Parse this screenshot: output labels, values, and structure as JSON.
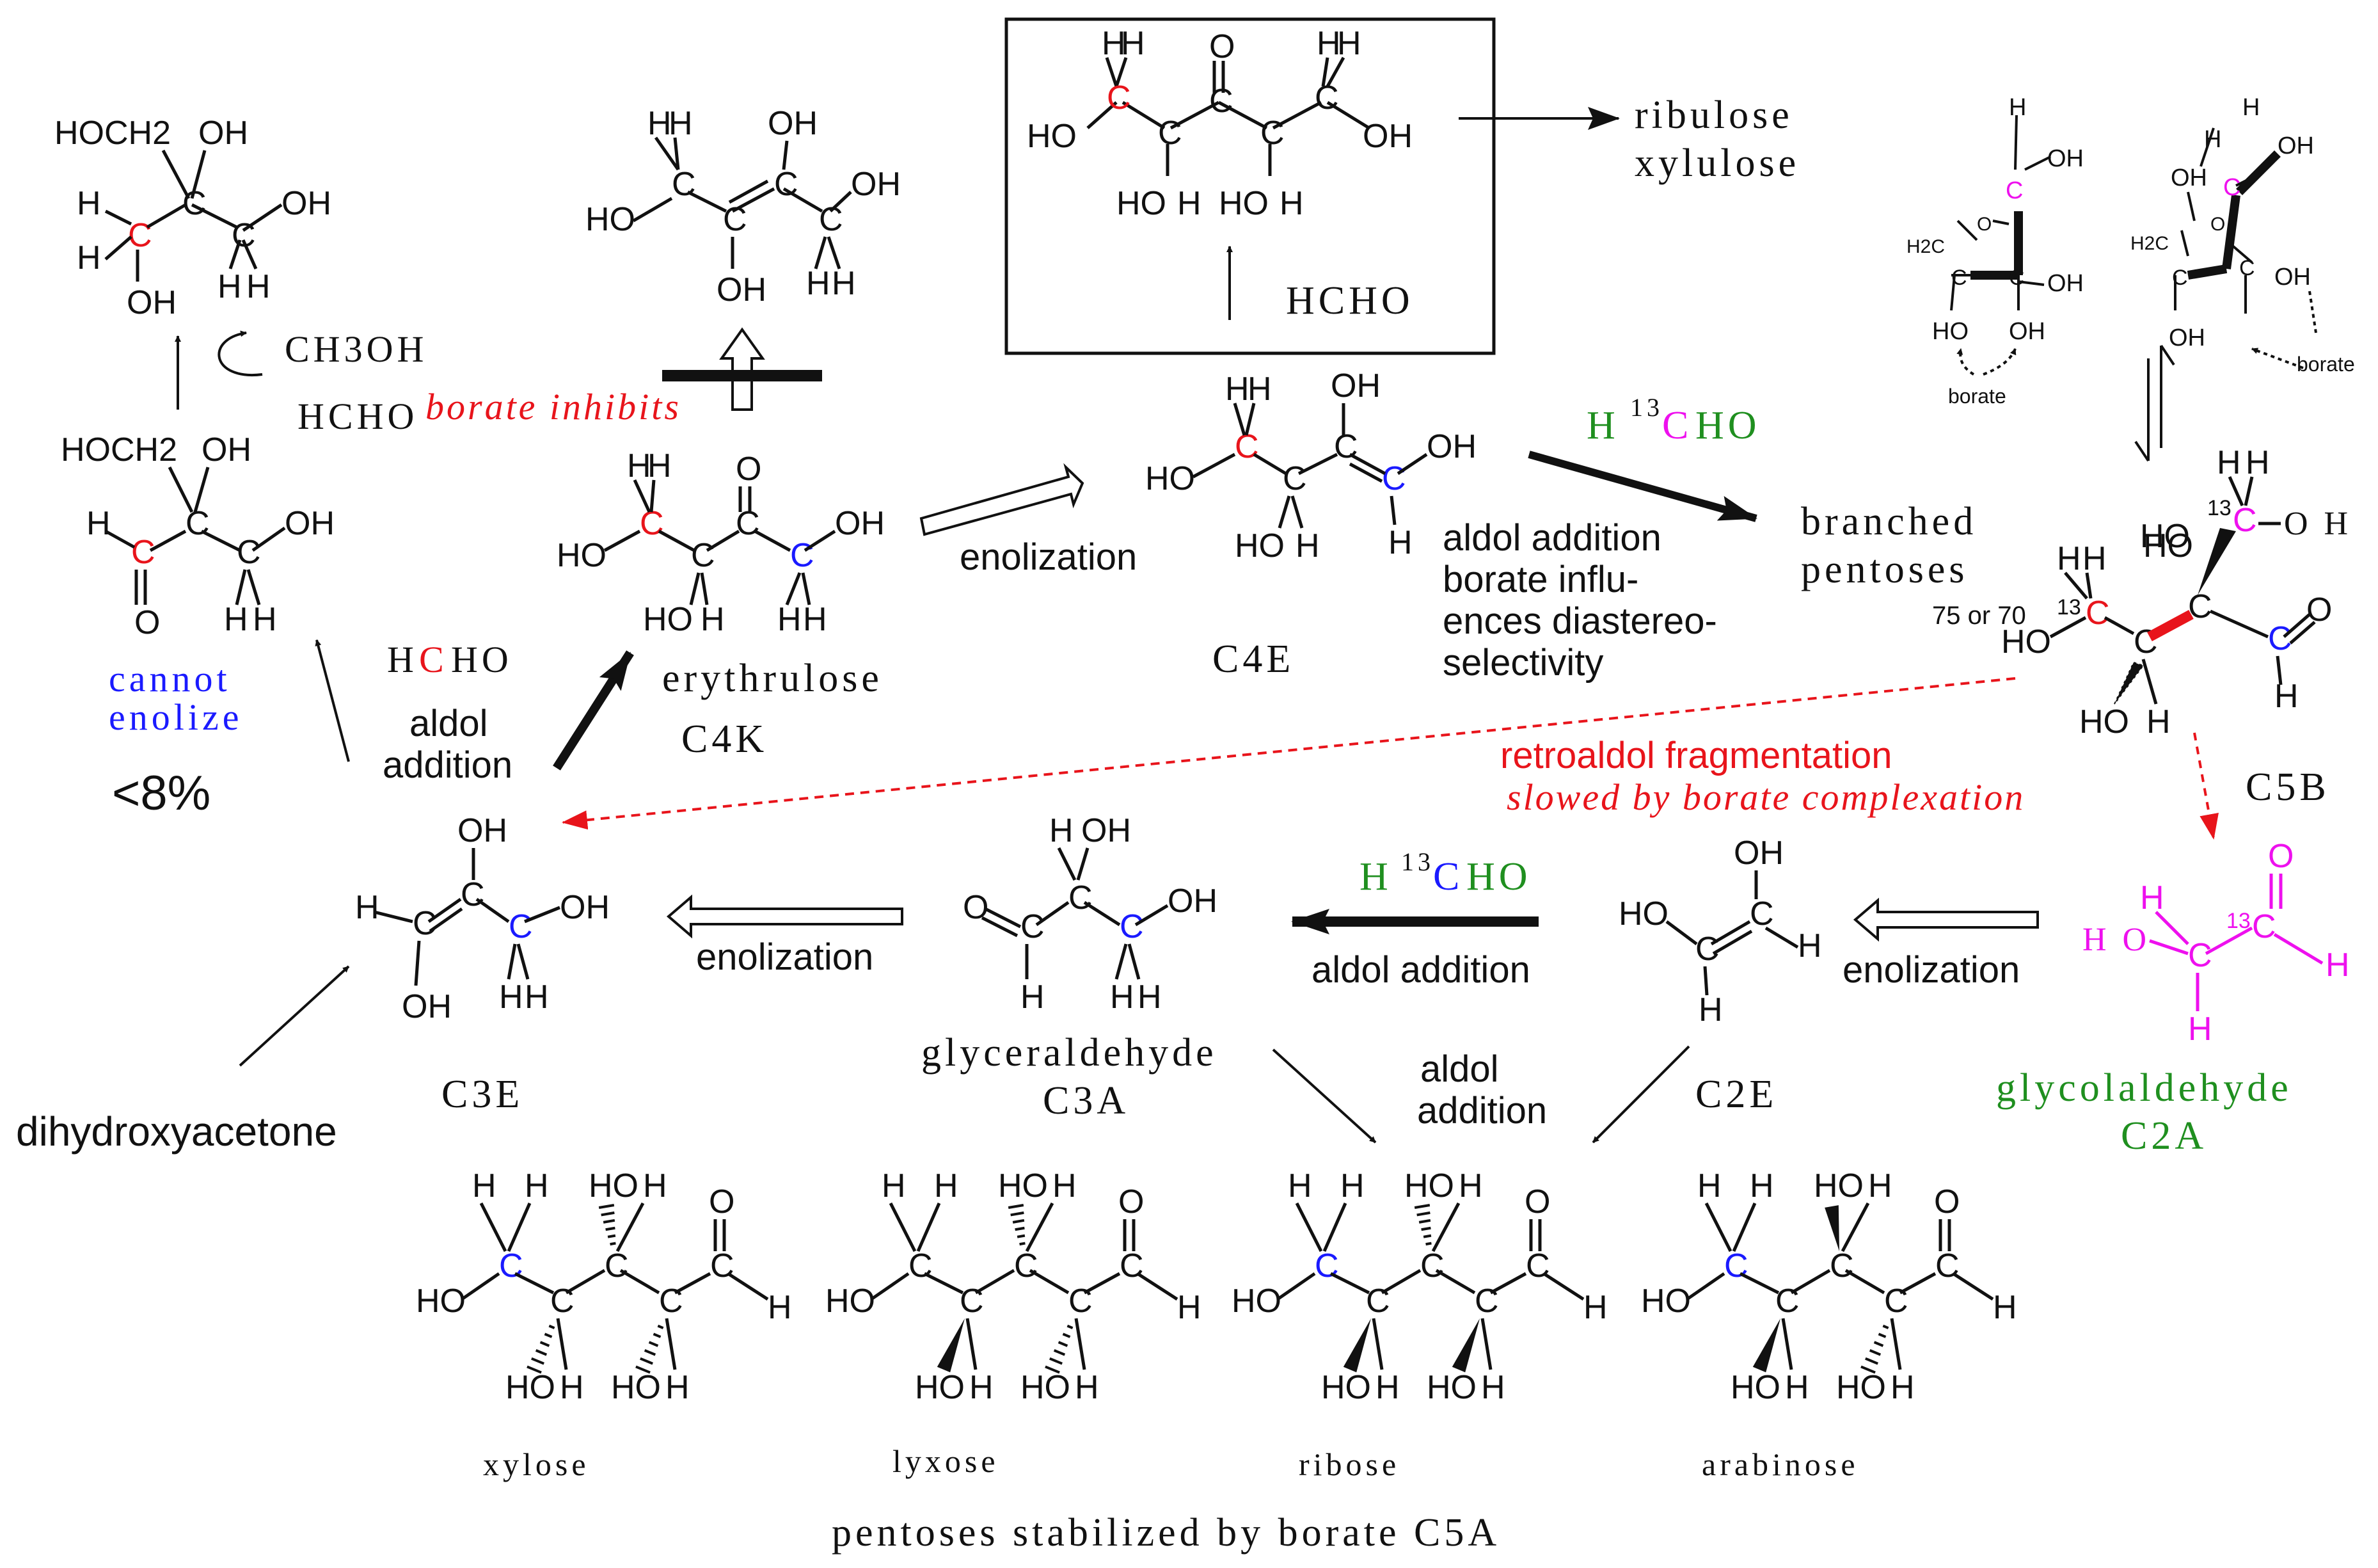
{
  "colors": {
    "black": "#111111",
    "red": "#e8141b",
    "blue": "#1a1aff",
    "magenta": "#ee10ee",
    "green": "#1f8f1f"
  },
  "labels": {
    "ribulose": "ribulose",
    "xylulose": "xylulose",
    "hcho_box": "HCHO",
    "ch3oh": "CH3OH",
    "hcho_small": "HCHO",
    "borate_inhibits": "borate inhibits",
    "erythrulose": "erythrulose",
    "c4k": "C4K",
    "enolization_top": "enolization",
    "c4e": "C4E",
    "h13cho_top_h": "H",
    "h13cho_top_13": "13",
    "h13cho_top_c": "C",
    "h13cho_top_ho": "HO",
    "aldol_borate_1": "aldol addition",
    "aldol_borate_2": "borate influ-",
    "aldol_borate_3": "ences diastereo-",
    "aldol_borate_4": "selectivity",
    "branched_1": "branched",
    "branched_2": "pentoses",
    "ratio": "75 or 70",
    "borate_1": "borate",
    "borate_2": "borate",
    "c5b": "C5B",
    "cannot_1": "cannot",
    "cannot_2": "enolize",
    "percent": "<8%",
    "hcho_mid_h": "H",
    "hcho_mid_c": "C",
    "hcho_mid_ho": "HO",
    "aldol_addition_1": "aldol",
    "aldol_addition_2": "addition",
    "retro_1": "retroaldol fragmentation",
    "retro_2": "slowed by borate complexation",
    "enolization_left": "enolization",
    "h13cho_mid_h": "H",
    "h13cho_mid_13": "13",
    "h13cho_mid_c": "C",
    "h13cho_mid_ho": "HO",
    "aldol_addition_mid": "aldol addition",
    "enolization_right": "enolization",
    "c3e": "C3E",
    "glyceraldehyde": "glyceraldehyde",
    "c3a": "C3A",
    "aldol_low_1": "aldol",
    "aldol_low_2": "addition",
    "c2e": "C2E",
    "glycolaldehyde": "glycolaldehyde",
    "c2a": "C2A",
    "dihydroxyacetone": "dihydroxyacetone",
    "xylose": "xylose",
    "lyxose": "lyxose",
    "ribose": "ribose",
    "arabinose": "arabinose",
    "footer": "pentoses stabilized by borate C5A"
  },
  "atoms": {
    "HO": "HO",
    "OH": "OH",
    "H": "H",
    "C": "C",
    "O": "O",
    "HOCH2": "HOCH2",
    "H2C": "H2C",
    "c13": "13",
    "OH_sp": "O H",
    "HO_sp": "H O"
  }
}
